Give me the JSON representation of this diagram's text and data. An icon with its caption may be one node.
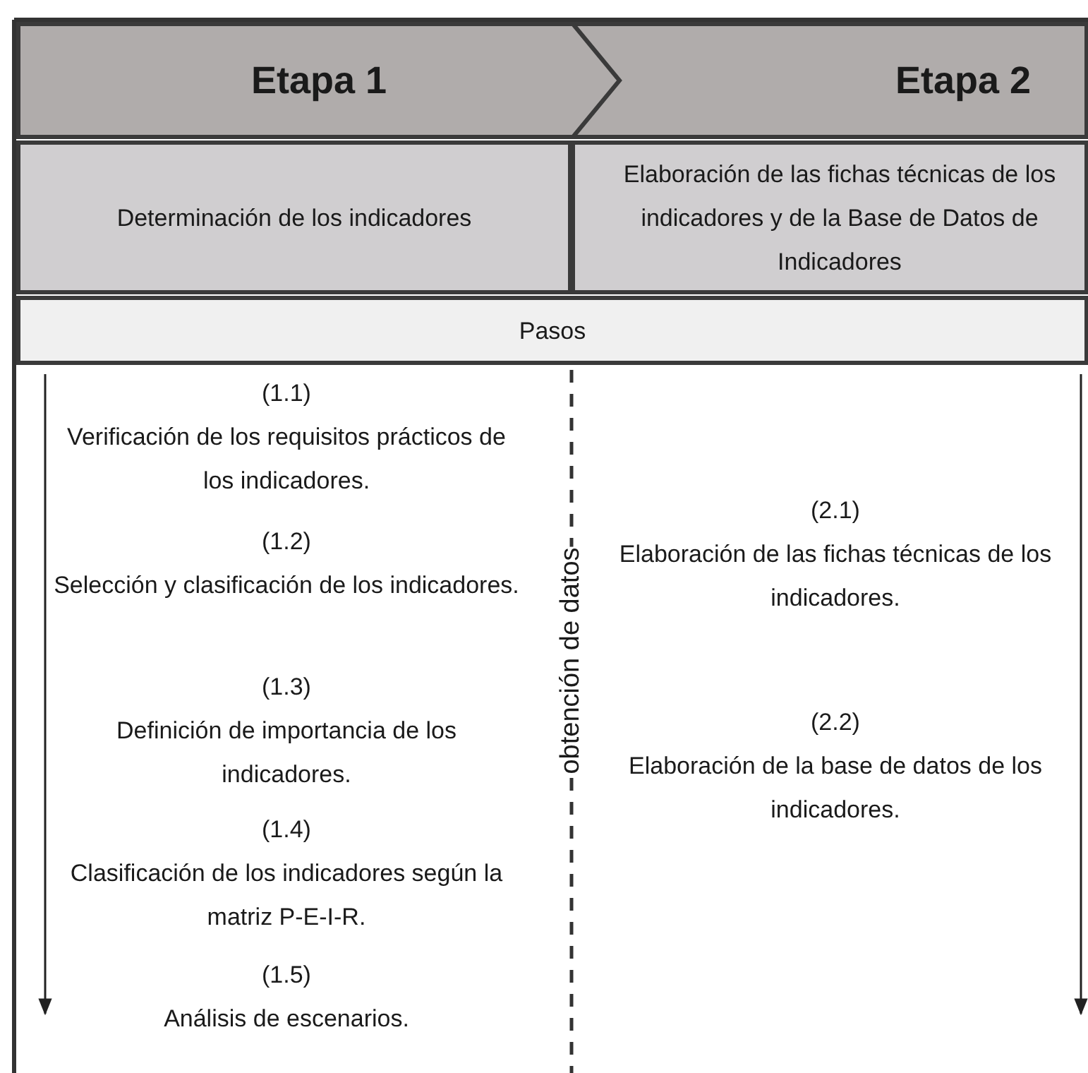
{
  "diagram": {
    "nodes": [
      {
        "text": [
          "Etapa 1"
        ]
      },
      {
        "text": [
          "Etapa 2"
        ]
      },
      {
        "text": [
          "Determinación de los indicadores"
        ]
      },
      {
        "text": [
          "Elaboración de las fichas técnicas de los indicadores y de la Base de Datos de Indicadores"
        ]
      },
      {
        "text": [
          "Pasos"
        ]
      }
    ],
    "labels": [
      "(1.1)",
      "Verificación de los requisitos prácticos de los indicadores.",
      "(1.2)",
      "Selección y clasificación de los indicadores.",
      "(1.3)",
      "Definición de importancia de los indicadores.",
      "(1.4)",
      "Clasificación de los indicadores según la matriz P-E-I-R.",
      "(1.5)",
      "Análisis de escenarios.",
      "obtención de datos",
      "(2.1)",
      "Elaboración de las fichas técnicas de los indicadores.",
      "(2.2)",
      "Elaboración de la base de datos de los indicadores."
    ]
  }
}
